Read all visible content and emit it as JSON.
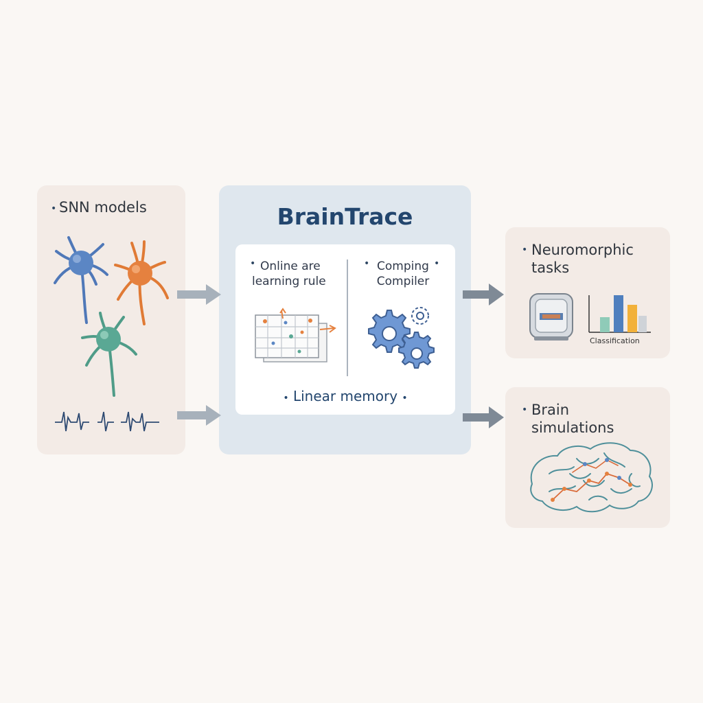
{
  "title": "BrainTrace",
  "inputs": {
    "snn_label": "SNN models"
  },
  "core": {
    "online_line1": "Online are",
    "online_line2": "learning rule",
    "compiler_line1": "Comping",
    "compiler_line2": "Compiler",
    "linear_memory": "Linear memory"
  },
  "outputs": {
    "neuromorphic_line1": "Neuromorphic",
    "neuromorphic_line2": "tasks",
    "classification": "Classification",
    "brain_line1": "Brain",
    "brain_line2": "simulations"
  },
  "colors": {
    "neuron_blue": "#5b86c4",
    "neuron_orange": "#e5813f",
    "neuron_green": "#5aa894",
    "accent_navy": "#23466e",
    "arrow_gray": "#9aa5b1"
  },
  "icons": [
    "neuron-icon",
    "spike-train-icon",
    "arrow-icon",
    "grid-icon",
    "gear-icon",
    "chip-icon",
    "bar-chart-icon",
    "brain-icon"
  ]
}
